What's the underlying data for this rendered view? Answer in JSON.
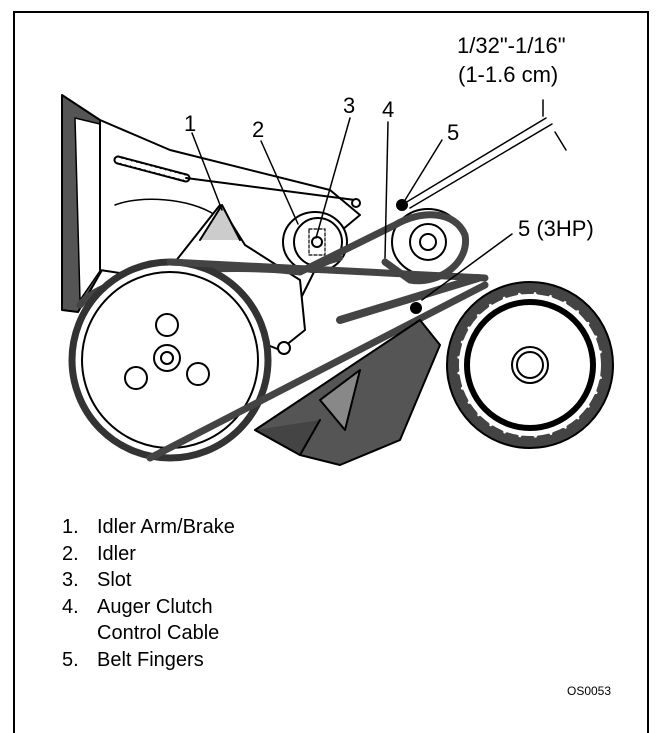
{
  "callouts": {
    "c1": "1",
    "c2": "2",
    "c3": "3",
    "c4": "4",
    "c5": "5",
    "c5_3hp": "5 (3HP)"
  },
  "gap": {
    "inches": "1/32\"-1/16\"",
    "cm": "(1-1.6 cm)"
  },
  "legend": [
    {
      "num": "1.",
      "text": "Idler Arm/Brake"
    },
    {
      "num": "2.",
      "text": "Idler"
    },
    {
      "num": "3.",
      "text": "Slot"
    },
    {
      "num": "4.",
      "text": "Auger Clutch\nControl Cable"
    },
    {
      "num": "5.",
      "text": "Belt Fingers"
    }
  ],
  "figure_code": "OS0053"
}
